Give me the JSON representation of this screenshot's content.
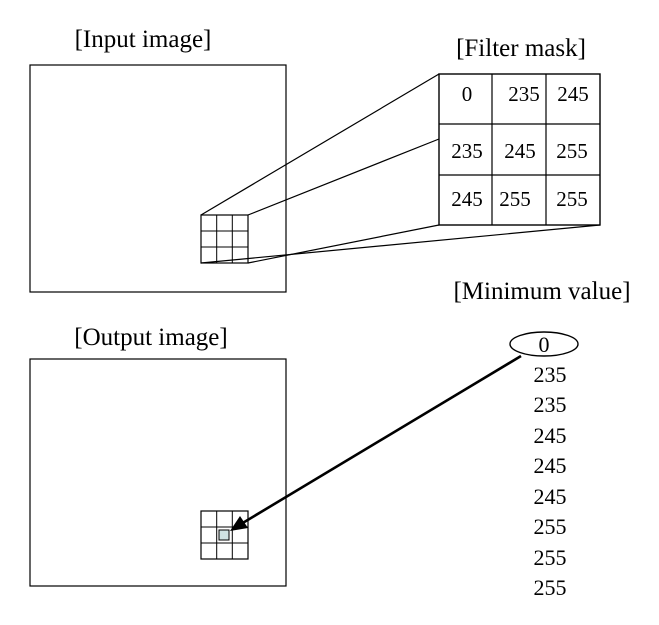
{
  "labels": {
    "input_image": "[Input image]",
    "filter_mask": "[Filter mask]",
    "minimum_value": "[Minimum value]",
    "output_image": "[Output image]"
  },
  "filter_mask": {
    "rows": [
      [
        "0",
        "235",
        "245"
      ],
      [
        "235",
        "245",
        "255"
      ],
      [
        "245",
        "255",
        "255"
      ]
    ]
  },
  "minimum_value": {
    "selected": "0",
    "sorted_rest": [
      "235",
      "235",
      "245",
      "245",
      "245",
      "255",
      "255",
      "255"
    ]
  },
  "colors": {
    "line": "#000000",
    "highlight": "#cfe3e3"
  }
}
